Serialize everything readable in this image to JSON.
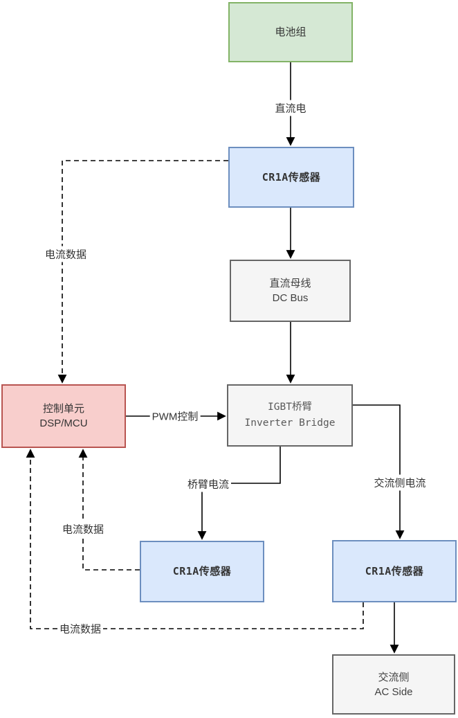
{
  "nodes": {
    "battery": {
      "label": "电池组"
    },
    "sensor_dc": {
      "label": "CR1A传感器"
    },
    "dc_bus": {
      "line1": "直流母线",
      "line2": "DC Bus"
    },
    "inverter": {
      "line1": "IGBT桥臂",
      "line2": "Inverter Bridge"
    },
    "controller": {
      "line1": "控制单元",
      "line2": "DSP/MCU"
    },
    "sensor_bridge": {
      "label": "CR1A传感器"
    },
    "sensor_ac": {
      "label": "CR1A传感器"
    },
    "ac_side": {
      "line1": "交流侧",
      "line2": "AC Side"
    }
  },
  "edge_labels": {
    "dc_power": "直流电",
    "pwm_control": "PWM控制",
    "bridge_current": "桥臂电流",
    "ac_side_current": "交流侧电流",
    "current_data_dc": "电流数据",
    "current_data_bridge": "电流数据",
    "current_data_ac": "电流数据"
  },
  "colors": {
    "battery_fill": "#d5e8d4",
    "battery_stroke": "#82b366",
    "sensor_fill": "#dae8fc",
    "sensor_stroke": "#6c8ebf",
    "neutral_fill": "#f5f5f5",
    "neutral_stroke": "#666666",
    "controller_fill": "#f8cecc",
    "controller_stroke": "#b85450",
    "edge_color": "#000000"
  }
}
